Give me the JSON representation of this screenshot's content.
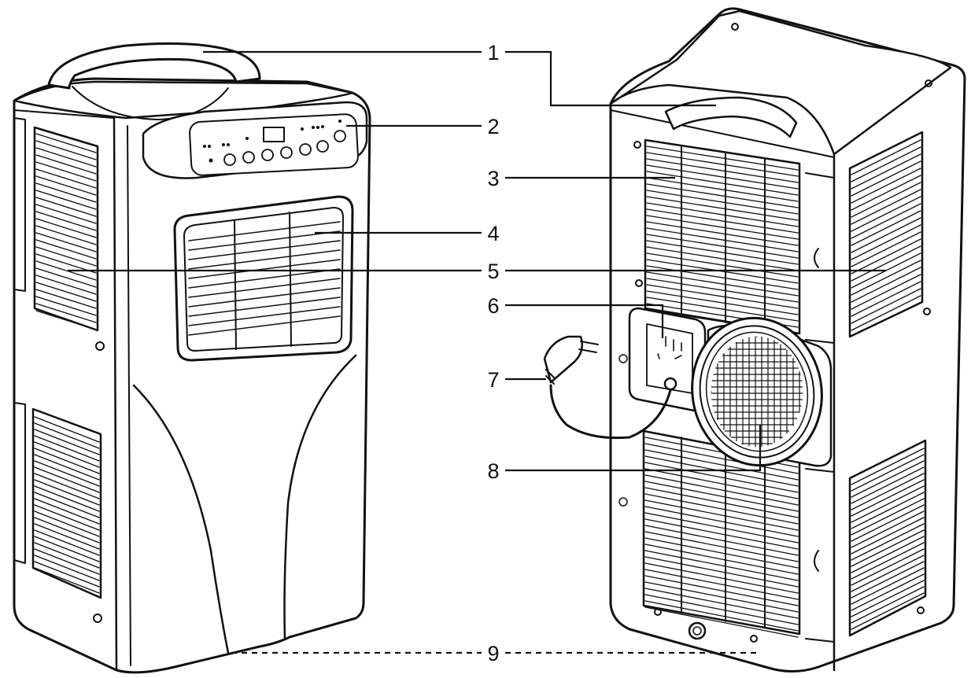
{
  "callouts": [
    {
      "id": "1",
      "label": "1"
    },
    {
      "id": "2",
      "label": "2"
    },
    {
      "id": "3",
      "label": "3"
    },
    {
      "id": "4",
      "label": "4"
    },
    {
      "id": "5",
      "label": "5"
    },
    {
      "id": "6",
      "label": "6"
    },
    {
      "id": "7",
      "label": "7"
    },
    {
      "id": "8",
      "label": "8"
    },
    {
      "id": "9",
      "label": "9"
    }
  ],
  "colors": {
    "ink": "#111111",
    "background": "#ffffff"
  },
  "icons": [
    "handle-icon",
    "control-panel-icon",
    "air-filter-icon",
    "air-outlet-louver-icon",
    "air-inlet-grille-icon",
    "power-socket-icon",
    "power-plug-icon",
    "exhaust-outlet-icon",
    "drain-plug-icon"
  ]
}
